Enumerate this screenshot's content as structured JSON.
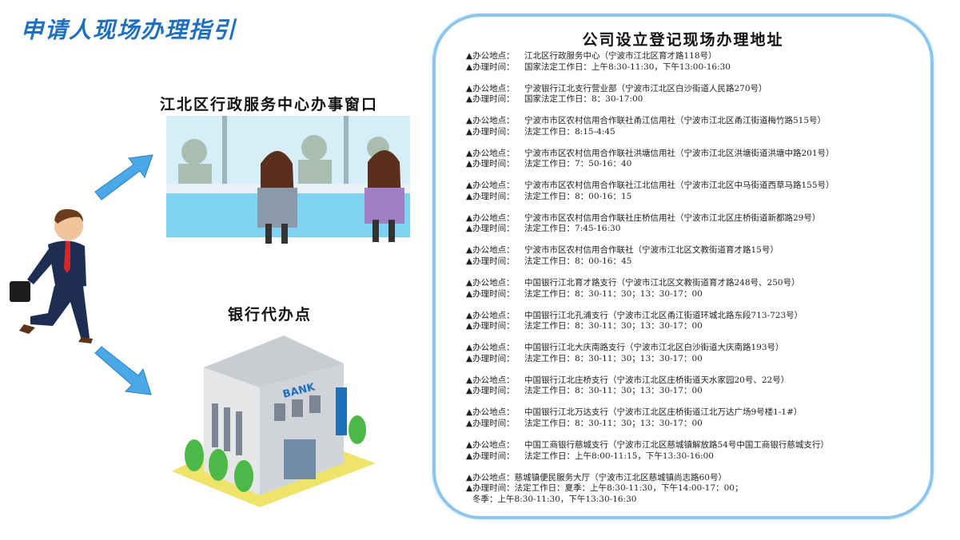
{
  "title": "申请人现场办理指引",
  "window_section": {
    "title": "江北区行政服务中心办事窗口"
  },
  "bank_section": {
    "title": "银行代办点",
    "sign": "BANK"
  },
  "panel": {
    "title": "公司设立登记现场办理地址",
    "location_label": "▲办公地点：",
    "time_label": "▲办理时间：",
    "entries": [
      {
        "location": "江北区行政服务中心（宁波市江北区育才路118号）",
        "time": "国家法定工作日：上午8:30-11:30，下午13:00-16:30"
      },
      {
        "location": "宁波银行江北支行营业部（宁波市江北区白沙街道人民路270号）",
        "time": "国家法定工作日：8：30-17:00"
      },
      {
        "location": "宁波市市区农村信用合作联社甬江信用社（宁波市江北区甬江街道梅竹路515号）",
        "time": "法定工作日：8:15-4:45"
      },
      {
        "location": "宁波市市区农村信用合作联社洪塘信用社（宁波市江北区洪塘街道洪塘中路201号）",
        "time": "法定工作日：7：50-16：40"
      },
      {
        "location": "宁波市市区农村信用合作联社江北信用社（宁波市江北区中马街道西草马路155号）",
        "time": "法定工作日：8：00-16：15"
      },
      {
        "location": "宁波市市区农村信用合作联社庄桥信用社（宁波市江北区庄桥街道新都路29号）",
        "time": "法定工作日：7:45-16:30"
      },
      {
        "location": "宁波市市区农村信用合作联社（宁波市江北区文教街道育才路15号）",
        "time": "法定工作日：8：00-16：45"
      },
      {
        "location": "中国银行江北育才路支行（宁波市江北区文教街道育才路248号、250号）",
        "time": "法定工作日：8：30-11：30；13：30-17：00"
      },
      {
        "location": "中国银行江北孔浦支行（宁波市江北区甬江街道环城北路东段713-723号）",
        "time": "法定工作日：8：30-11：30；13：30-17：00"
      },
      {
        "location": "中国银行江北大庆南路支行（宁波市江北区白沙街道大庆南路193号）",
        "time": "法定工作日：8：30-11：30；13：30-17：00"
      },
      {
        "location": "中国银行江北庄桥支行（宁波市江北区庄桥街道天水家园20号、22号）",
        "time": "法定工作日：8：30-11：30；13：30-17：00"
      },
      {
        "location": "中国银行江北万达支行（宁波市江北区庄桥街道江北万达广场9号楼1-1#）",
        "time": "法定工作日：8：30-11：30；13：30-17：00"
      },
      {
        "location": "中国工商银行慈城支行（宁波市江北区慈城镇解放路54号中国工商银行慈城支行）",
        "time": "法定工作日：上午8:00-11:15，下午13:30-16:00"
      },
      {
        "location": "慈城镇便民服务大厅（宁波市江北区慈城镇尚志路60号）",
        "time": "法定工作日：夏季：上午8:30-11:30，下午14:00-17：00；",
        "time_extra": "冬季：上午8:30-11:30，下午13:30-16:30"
      }
    ]
  },
  "colors": {
    "title": "#1f6fc0",
    "panel_border": "#8cc6ee",
    "arrow": "#4aa8e8"
  }
}
